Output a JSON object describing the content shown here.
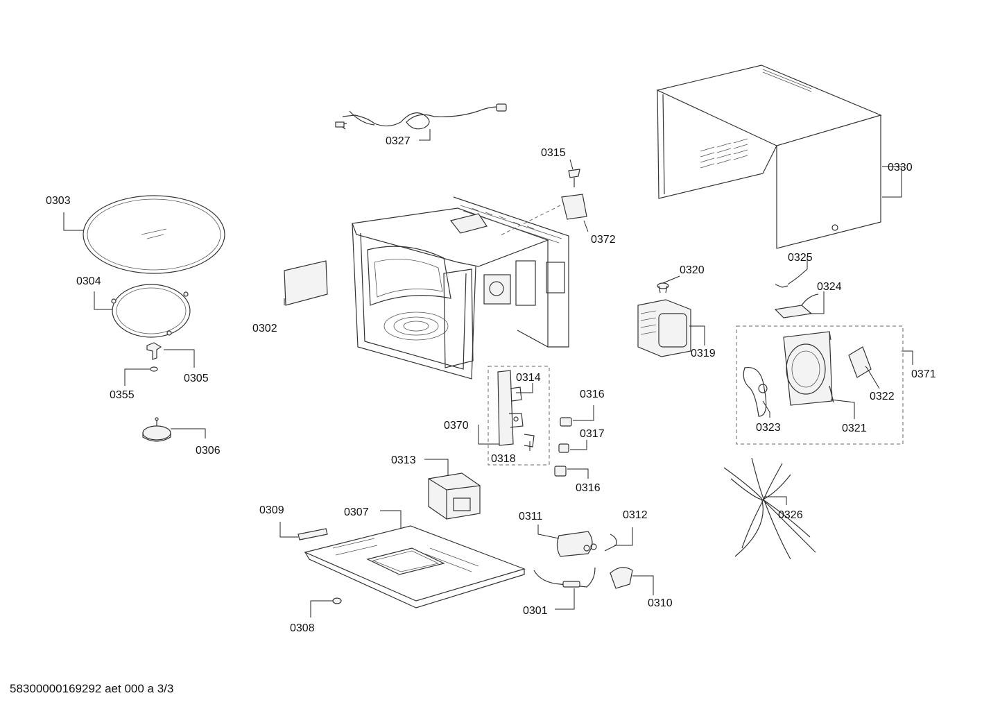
{
  "footer": {
    "doc_code": "58300000169292 aet 000 a 3/3"
  },
  "parts": [
    {
      "id": "0301"
    },
    {
      "id": "0302"
    },
    {
      "id": "0303"
    },
    {
      "id": "0304"
    },
    {
      "id": "0305"
    },
    {
      "id": "0306"
    },
    {
      "id": "0307"
    },
    {
      "id": "0308"
    },
    {
      "id": "0309"
    },
    {
      "id": "0310"
    },
    {
      "id": "0311"
    },
    {
      "id": "0312"
    },
    {
      "id": "0313"
    },
    {
      "id": "0314"
    },
    {
      "id": "0315"
    },
    {
      "id": "0316"
    },
    {
      "id": "0316"
    },
    {
      "id": "0317"
    },
    {
      "id": "0318"
    },
    {
      "id": "0319"
    },
    {
      "id": "0320"
    },
    {
      "id": "0321"
    },
    {
      "id": "0322"
    },
    {
      "id": "0323"
    },
    {
      "id": "0324"
    },
    {
      "id": "0325"
    },
    {
      "id": "0326"
    },
    {
      "id": "0327"
    },
    {
      "id": "0330"
    },
    {
      "id": "0355"
    },
    {
      "id": "0370"
    },
    {
      "id": "0371"
    },
    {
      "id": "0372"
    }
  ]
}
